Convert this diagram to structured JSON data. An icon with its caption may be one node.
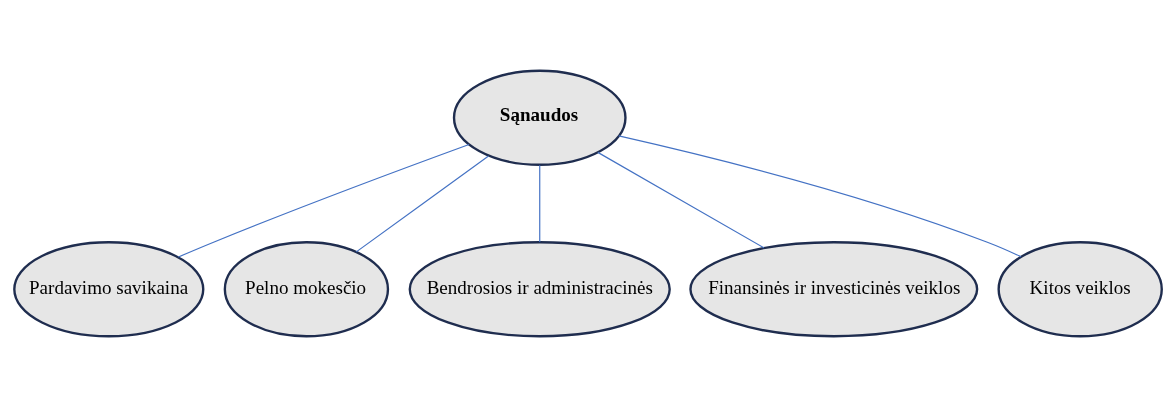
{
  "diagram": {
    "nodes": [
      {
        "text": [
          "Sąnaudos"
        ]
      },
      {
        "text": [
          "Pardavimo savikaina"
        ]
      },
      {
        "text": [
          "Pelno mokesčio"
        ]
      },
      {
        "text": [
          "Bendrosios ir administracinės"
        ]
      },
      {
        "text": [
          "Finansinės ir investicinės veiklos"
        ]
      },
      {
        "text": [
          "Kitos veiklos"
        ]
      }
    ],
    "edges": [
      {
        "from": 0,
        "to": 1,
        "arrow": "none"
      },
      {
        "from": 0,
        "to": 2,
        "arrow": "none"
      },
      {
        "from": 0,
        "to": 3,
        "arrow": "none"
      },
      {
        "from": 0,
        "to": 4,
        "arrow": "none"
      },
      {
        "from": 0,
        "to": 5,
        "arrow": "none"
      }
    ]
  }
}
